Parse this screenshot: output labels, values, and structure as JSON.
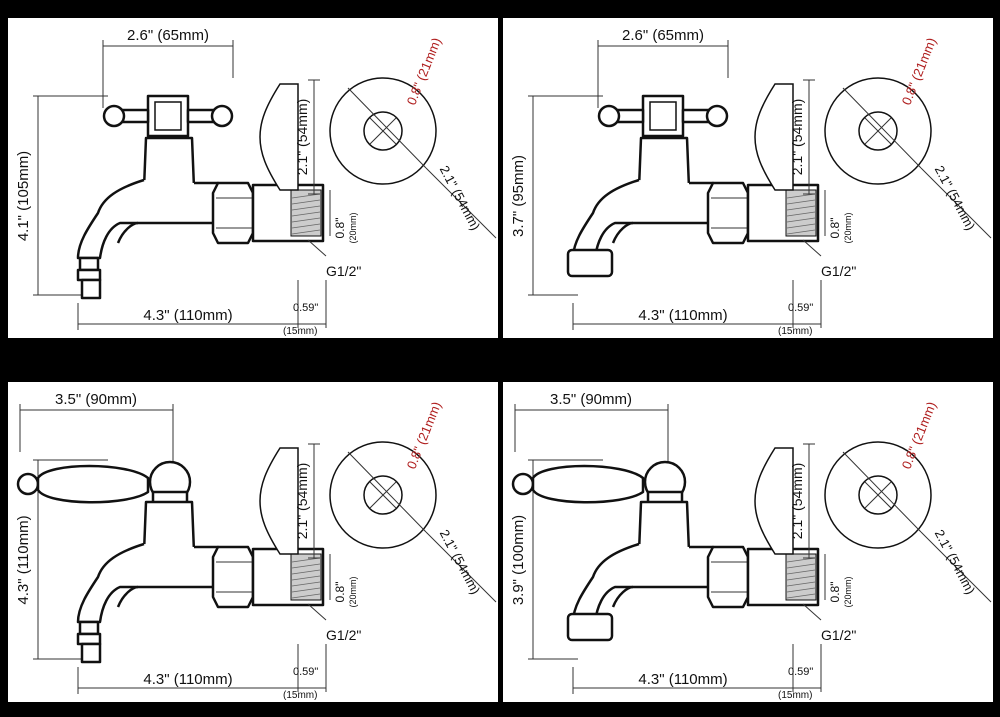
{
  "panels": [
    {
      "spread": "2.6\" (65mm)",
      "height": "4.1\" (105mm)",
      "length": "4.3\" (110mm)",
      "offset_in": "0.59\"",
      "offset_mm": "(15mm)",
      "thread_in": "0.8\"",
      "thread_mm": "(20mm)",
      "thread_type": "G1/2\"",
      "flange_h": "2.1\" (54mm)",
      "hole_d": "0.8\" (21mm)",
      "flange_d": "2.1\" (54mm)",
      "handle": "cross",
      "spout": "hose"
    },
    {
      "spread": "2.6\" (65mm)",
      "height": "3.7\" (95mm)",
      "length": "4.3\" (110mm)",
      "offset_in": "0.59\"",
      "offset_mm": "(15mm)",
      "thread_in": "0.8\"",
      "thread_mm": "(20mm)",
      "thread_type": "G1/2\"",
      "flange_h": "2.1\" (54mm)",
      "hole_d": "0.8\" (21mm)",
      "flange_d": "2.1\" (54mm)",
      "handle": "cross",
      "spout": "plain"
    },
    {
      "spread": "3.5\" (90mm)",
      "height": "4.3\" (110mm)",
      "length": "4.3\" (110mm)",
      "offset_in": "0.59\"",
      "offset_mm": "(15mm)",
      "thread_in": "0.8\"",
      "thread_mm": "(20mm)",
      "thread_type": "G1/2\"",
      "flange_h": "2.1\" (54mm)",
      "hole_d": "0.8\" (21mm)",
      "flange_d": "2.1\" (54mm)",
      "handle": "lever",
      "spout": "hose"
    },
    {
      "spread": "3.5\" (90mm)",
      "height": "3.9\" (100mm)",
      "length": "4.3\" (110mm)",
      "offset_in": "0.59\"",
      "offset_mm": "(15mm)",
      "thread_in": "0.8\"",
      "thread_mm": "(20mm)",
      "thread_type": "G1/2\"",
      "flange_h": "2.1\" (54mm)",
      "hole_d": "0.8\" (21mm)",
      "flange_d": "2.1\" (54mm)",
      "handle": "lever",
      "spout": "plain"
    }
  ],
  "colors": {
    "background": "#000000",
    "panel": "#ffffff",
    "ink": "#111111",
    "accent": "#b02020"
  }
}
